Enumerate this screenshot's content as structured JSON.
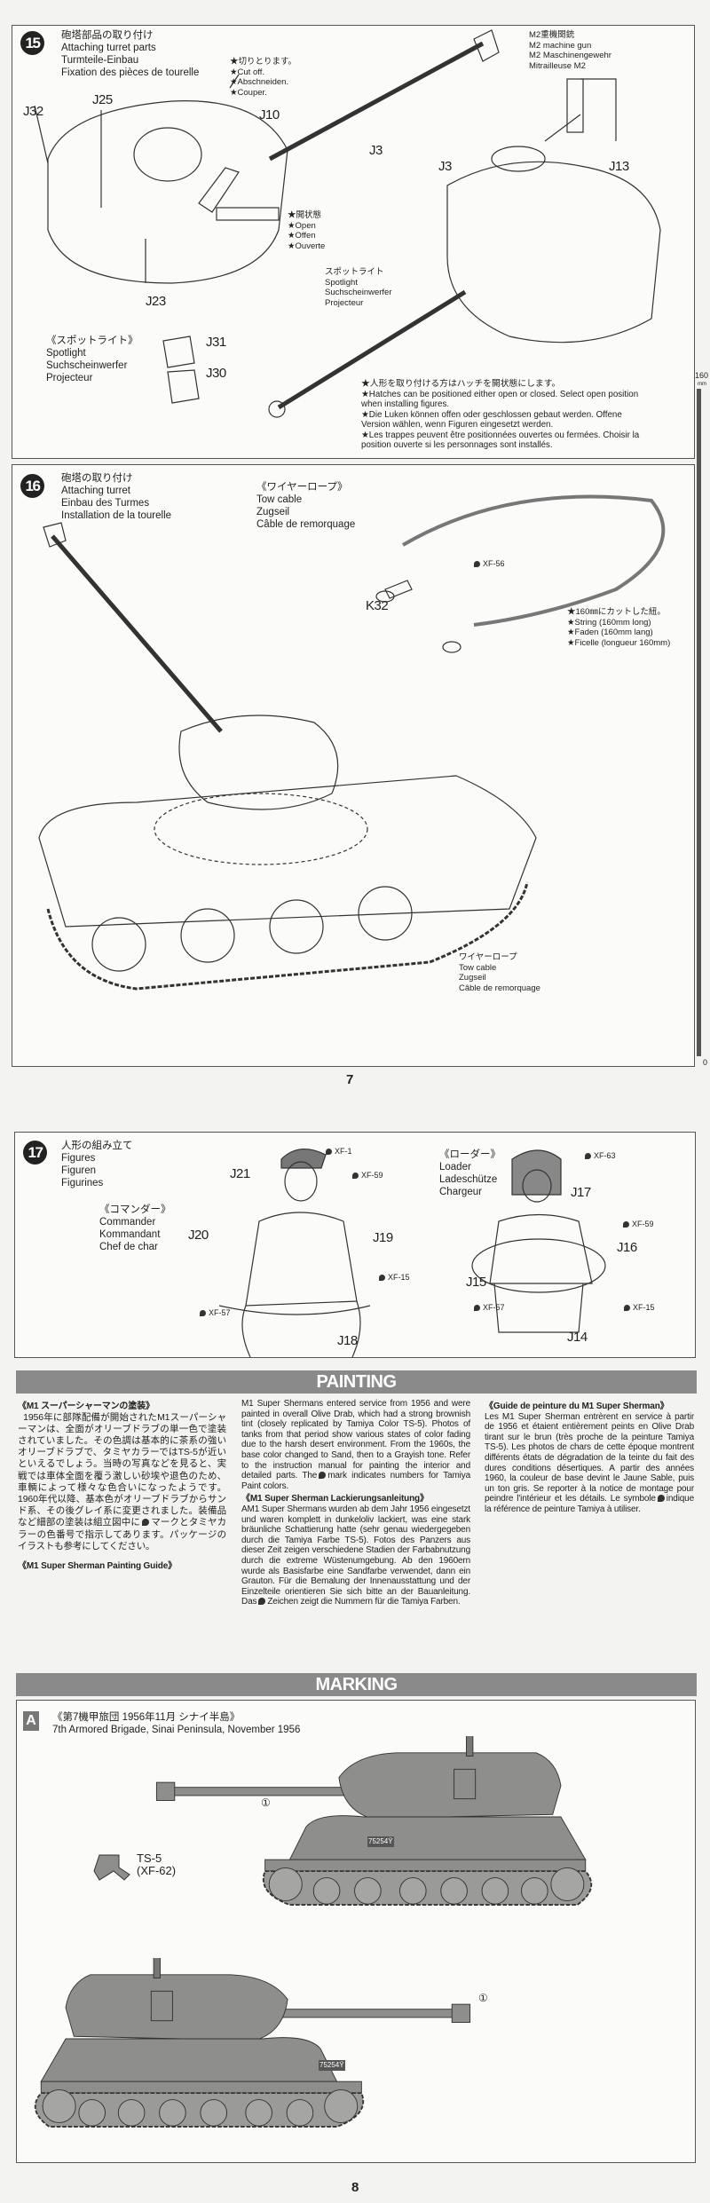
{
  "page7": {
    "number": "7",
    "ruler": {
      "top_label": "160",
      "unit": "mm",
      "bottom_label": "0"
    },
    "step15": {
      "number": "15",
      "title_jp": "砲塔部品の取り付け",
      "title_en": "Attaching turret parts",
      "title_de": "Turmteile-Einbau",
      "title_fr": "Fixation des pièces de tourelle",
      "cut_note": [
        "★切りとります。",
        "★Cut off.",
        "★Abschneiden.",
        "★Couper."
      ],
      "open_note": [
        "★開状態",
        "★Open",
        "★Offen",
        "★Ouverte"
      ],
      "m2_label": [
        "M2重機関銃",
        "M2 machine gun",
        "M2 Maschinengewehr",
        "Mitrailleuse M2"
      ],
      "spotlight_label": [
        "スポットライト",
        "Spotlight",
        "Suchscheinwerfer",
        "Projecteur"
      ],
      "spotlight_sub": [
        "《スポットライト》",
        "Spotlight",
        "Suchscheinwerfer",
        "Projecteur"
      ],
      "parts": {
        "j32": "J32",
        "j25": "J25",
        "j10": "J10",
        "j3a": "J3",
        "j3b": "J3",
        "j13": "J13",
        "j23": "J23",
        "j31": "J31",
        "j30": "J30"
      },
      "hatch_note": [
        "★人形を取り付ける方はハッチを開状態にします。",
        "★Hatches can be positioned either open or closed. Select open position",
        "when installing figures.",
        "★Die Luken können offen oder geschlossen gebaut werden. Offene",
        "Version wählen, wenn Figuren eingesetzt werden.",
        "★Les trappes peuvent être positionnées ouvertes ou fermées. Choisir la",
        "position ouverte si les personnages sont installés."
      ]
    },
    "step16": {
      "number": "16",
      "title_jp": "砲塔の取り付け",
      "title_en": "Attaching turret",
      "title_de": "Einbau des Turmes",
      "title_fr": "Installation de la tourelle",
      "tow_cable_sub": [
        "《ワイヤーロープ》",
        "Tow cable",
        "Zugseil",
        "Câble de remorquage"
      ],
      "paint": "XF-56",
      "part": "K32",
      "string_note": [
        "★160㎜にカットした紐。",
        "★String (160mm long)",
        "★Faden (160mm lang)",
        "★Ficelle (longueur 160mm)"
      ],
      "tow_cable_label": [
        "ワイヤーロープ",
        "Tow cable",
        "Zugseil",
        "Câble de remorquage"
      ]
    }
  },
  "page8": {
    "number": "8",
    "step17": {
      "number": "17",
      "title_jp": "人形の組み立て",
      "title_en": "Figures",
      "title_de": "Figuren",
      "title_fr": "Figurines",
      "commander": [
        "《コマンダー》",
        "Commander",
        "Kommandant",
        "Chef de char"
      ],
      "loader": [
        "《ローダー》",
        "Loader",
        "Ladeschütze",
        "Chargeur"
      ],
      "commander_parts": {
        "j21": "J21",
        "j20": "J20",
        "j19": "J19",
        "j18": "J18"
      },
      "commander_paints": {
        "beret": "XF-1",
        "shirt": "XF-59",
        "skin": "XF-15",
        "belt": "XF-57"
      },
      "loader_parts": {
        "j17": "J17",
        "j16": "J16",
        "j15": "J15",
        "j14": "J14"
      },
      "loader_paints": {
        "helmet": "XF-63",
        "shirt": "XF-59",
        "skin": "XF-15",
        "belt": "XF-57"
      }
    },
    "painting": {
      "heading": "PAINTING",
      "jp_title": "《M1 スーパーシャーマンの塗装》",
      "jp_body_1": "1956年に部隊配備が開始されたM1スーパーシャーマンは、全面がオリーブドラブの単一色で塗装されていました。その色調は基本的に茶系の強いオリーブドラブで、タミヤカラーではTS-5が近いといえるでしょう。当時の写真などを見ると、実戦では車体全面を覆う激しい砂埃や退色のため、車輌によって様々な色合いになったようです。1960年代以降、基本色がオリーブドラブからサンド系、その後グレイ系に変更されました。装備品など細部の塗装は組立図中に",
      "jp_body_2": "マークとタミヤカラーの色番号で指示してあります。パッケージのイラストも参考にしてください。",
      "en_title": "《M1 Super Sherman Painting Guide》",
      "en_body_1": "M1 Super Shermans entered service from 1956 and were painted in overall Olive Drab, which had a strong brownish tint (closely replicated by Tamiya Color TS-5). Photos of tanks from that period show various states of color fading due to the harsh desert environment. From the 1960s, the base color changed to Sand, then to a Grayish tone. Refer to the instruction manual for painting the interior and detailed parts. The",
      "en_body_2": "mark indicates numbers for Tamiya Paint colors.",
      "de_title": "《M1 Super Sherman Lackierungsanleitung》",
      "de_body_1": "AM1 Super Shermans wurden ab dem Jahr 1956 eingesetzt und waren komplett in dunkeloliv lackiert, was eine stark bräunliche Schattierung hatte (sehr genau wiedergegeben durch die Tamiya Farbe TS-5). Fotos des Panzers aus dieser Zeit zeigen verschiedene Stadien der Farbabnutzung durch die extreme Wüstenumgebung. Ab den 1960ern wurde als Basisfarbe eine Sandfarbe verwendet, dann ein Grauton. Für die Bemalung der Innenausstattung und der Einzelteile orientieren Sie sich bitte an der Bauanleitung. Das",
      "de_body_2": "Zeichen zeigt die Nummern für die Tamiya Farben.",
      "fr_title": "《Guide de peinture du M1 Super Sherman》",
      "fr_body_1": "Les M1 Super Sherman entrèrent en service à partir de 1956 et étaient entièrement peints en Olive Drab tirant sur le brun (très proche de la peinture Tamiya TS-5). Les photos de chars de cette époque montrent différents états de dégradation de la teinte du fait des dures conditions désertiques. A partir des années 1960, la couleur de base devint le Jaune Sable, puis un ton gris. Se reporter à la notice de montage pour peindre l'intérieur et les détails. Le symbole",
      "fr_body_2": "indique la référence de peinture Tamiya à utiliser."
    },
    "marking": {
      "heading": "MARKING",
      "version": "A",
      "title_jp": "《第7機甲旅団 1956年11月 シナイ半島》",
      "title_en": "7th Armored Brigade, Sinai Peninsula, November 1956",
      "decal_callout": "①",
      "registration": "75254Ÿ",
      "paint_main": "TS-5",
      "paint_alt": "(XF-62)"
    }
  },
  "colors": {
    "paper": "#f3f3f1",
    "bar": "#8a8a8a",
    "tank": "#8e8e8c",
    "ink": "#222222"
  }
}
